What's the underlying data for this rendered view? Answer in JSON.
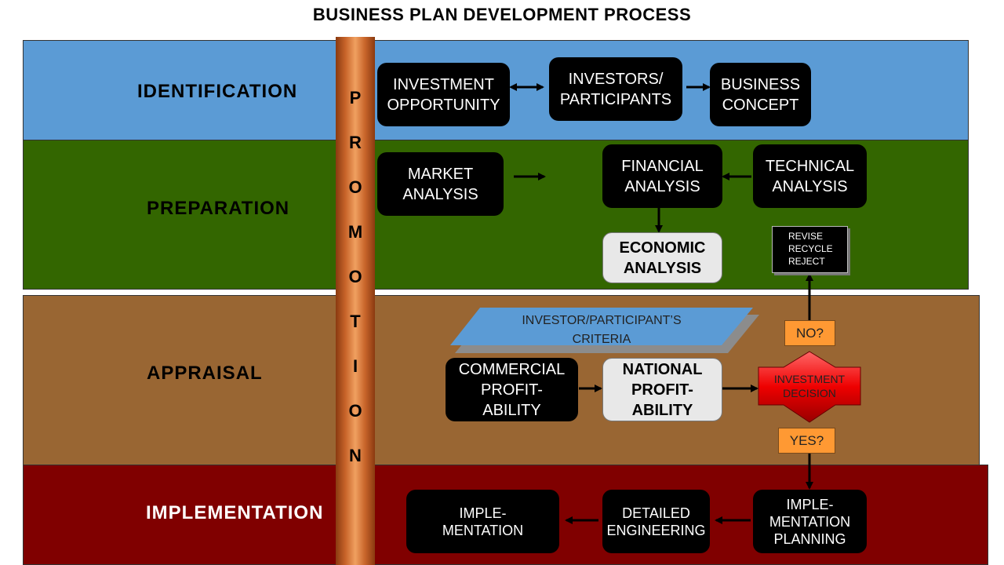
{
  "title": "BUSINESS PLAN DEVELOPMENT PROCESS",
  "colors": {
    "identification": "#5b9bd5",
    "preparation": "#336600",
    "appraisal": "#996633",
    "implementation": "#800000",
    "decision": "#ff0000",
    "tag": "#ff9933"
  },
  "bands": {
    "identification": "IDENTIFICATION",
    "preparation": "PREPARATION",
    "appraisal": "APPRAISAL",
    "implementation": "IMPLEMENTATION"
  },
  "promotion": [
    "P",
    "R",
    "O",
    "M",
    "O",
    "T",
    "I",
    "O",
    "N"
  ],
  "boxes": {
    "investment_opportunity": "INVESTMENT\nOPPORTUNITY",
    "investors_participants": "INVESTORS/\nPARTICIPANTS",
    "business_concept": "BUSINESS\nCONCEPT",
    "market_analysis": "MARKET\nANALYSIS",
    "financial_analysis": "FINANCIAL\nANALYSIS",
    "technical_analysis": "TECHNICAL\nANALYSIS",
    "economic_analysis": "ECONOMIC\nANALYSIS",
    "revise": "REVISE\nRECYCLE\nREJECT",
    "criteria": "INVESTOR/PARTICIPANT’S\nCRITERIA",
    "commercial_profitability": "COMMERCIAL\nPROFIT-\nABILITY",
    "national_profitability": "NATIONAL\nPROFIT-\nABILITY",
    "investment_decision": "INVESTMENT\nDECISION",
    "no": "NO?",
    "yes": "YES?",
    "implementation_planning": "IMPLE-\nMENTATION\nPLANNING",
    "detailed_engineering": "DETAILED\nENGINEERING",
    "implementation": "IMPLE-\nMENTATION"
  }
}
